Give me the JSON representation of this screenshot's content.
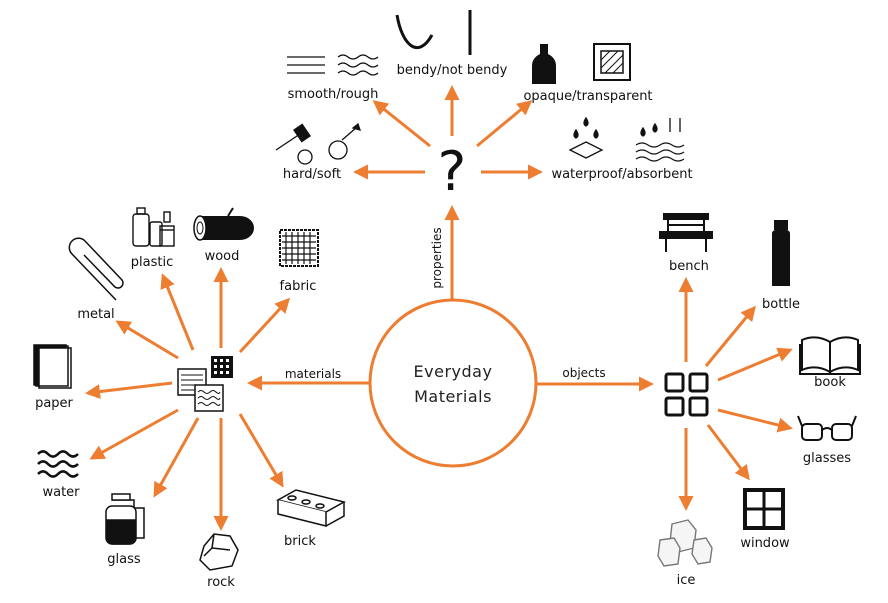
{
  "colors": {
    "accent": "#ed7d31",
    "ink": "#111111"
  },
  "center": {
    "line1": "Everyday",
    "line2": "Materials"
  },
  "edges": {
    "materials": "materials",
    "objects": "objects",
    "properties": "properties"
  },
  "properties": {
    "smooth_rough": "smooth/rough",
    "bendy_not_bendy": "bendy/not bendy",
    "opaque_transparent": "opaque/transparent",
    "hard_soft": "hard/soft",
    "waterproof_absorbent": "waterproof/absorbent",
    "hub_symbol": "?"
  },
  "materials": {
    "plastic": "plastic",
    "wood": "wood",
    "fabric": "fabric",
    "metal": "metal",
    "paper": "paper",
    "water": "water",
    "glass": "glass",
    "rock": "rock",
    "brick": "brick"
  },
  "objects": {
    "bench": "bench",
    "bottle": "bottle",
    "book": "book",
    "glasses": "glasses",
    "window": "window",
    "ice": "ice"
  }
}
